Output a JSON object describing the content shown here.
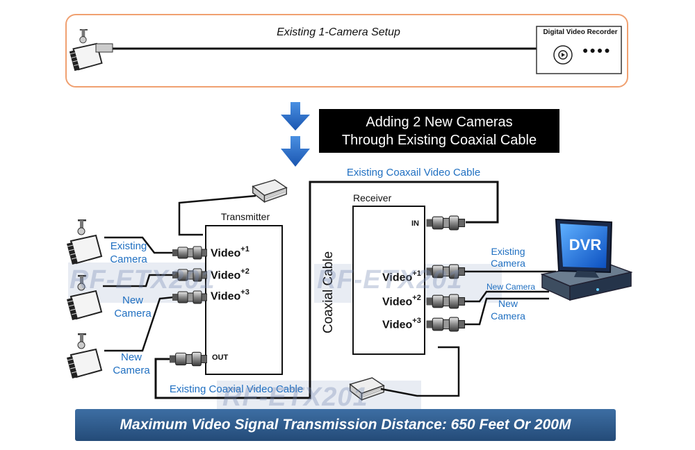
{
  "top_banner": {
    "title": "Existing 1-Camera Setup",
    "dvr_label": "Digital Video Recorder",
    "dvr_dots": "●●●●"
  },
  "heading": {
    "line1": "Adding 2 New Cameras",
    "line2": "Through Existing Coaxial Cable"
  },
  "transmitter": {
    "title": "Transmitter",
    "ports": [
      {
        "label": "Video",
        "num": "+1"
      },
      {
        "label": "Video",
        "num": "+2"
      },
      {
        "label": "Video",
        "num": "+3"
      }
    ],
    "out_label": "OUT"
  },
  "receiver": {
    "title": "Receiver",
    "in_label": "IN",
    "ports": [
      {
        "label": "Video",
        "num": "+1"
      },
      {
        "label": "Video",
        "num": "+2"
      },
      {
        "label": "Video",
        "num": "+3"
      }
    ]
  },
  "labels": {
    "existing_coax_top": "Existing Coaxail Video Cable",
    "existing_coax_bottom": "Existing Coaxial Video Cable",
    "coaxial_cable": "Coaxial Cable",
    "cam1_l1": "Existing",
    "cam1_l2": "Camera",
    "cam2_l1": "New",
    "cam2_l2": "Camera",
    "cam3_l1": "New",
    "cam3_l2": "Camera",
    "dvr_existing_l1": "Existing",
    "dvr_existing_l2": "Camera",
    "dvr_new1": "New Camera",
    "dvr_new2_l1": "New",
    "dvr_new2_l2": "Camera",
    "dvr_screen": "DVR"
  },
  "watermark": "RF-ETX201",
  "footer": "Maximum Video Signal Transmission Distance: 650 Feet Or 200M",
  "colors": {
    "banner_border": "#f0a070",
    "heading_bg": "#000000",
    "arrow_blue": "#1a66c9",
    "label_blue": "#1f6fc1",
    "footer_bg": "#2f5d8f"
  }
}
